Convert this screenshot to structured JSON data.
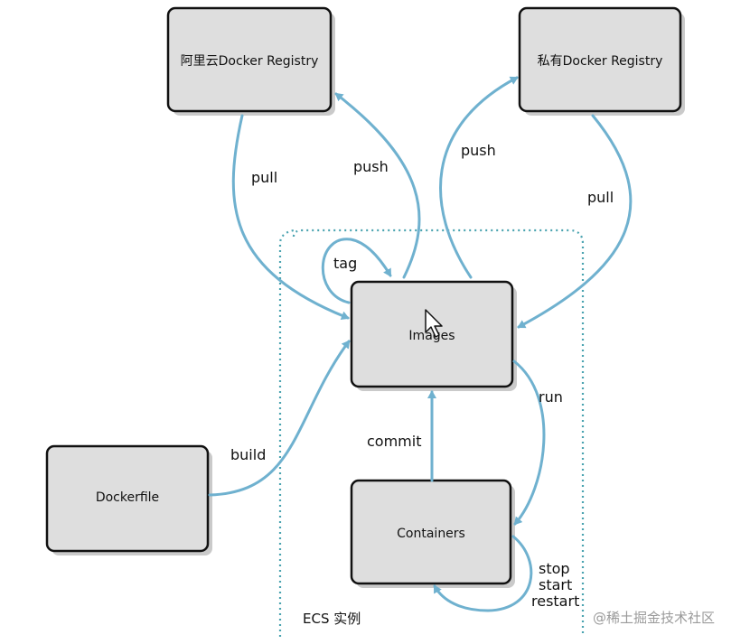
{
  "nodes": {
    "aliyun_registry": "阿里云Docker Registry",
    "private_registry": "私有Docker Registry",
    "images": "Images",
    "dockerfile": "Dockerfile",
    "containers": "Containers"
  },
  "edges": {
    "pull_left": "pull",
    "push_left": "push",
    "push_right": "push",
    "pull_right": "pull",
    "tag": "tag",
    "build": "build",
    "commit": "commit",
    "run": "run",
    "stop": "stop",
    "start": "start",
    "restart": "restart"
  },
  "region": {
    "label": "ECS 实例"
  },
  "watermark": "@稀土掘金技术社区",
  "colors": {
    "arrow": "#6fb1cf",
    "box_fill": "#dedede",
    "box_border": "#111111",
    "region_border": "#4aa3b0"
  }
}
